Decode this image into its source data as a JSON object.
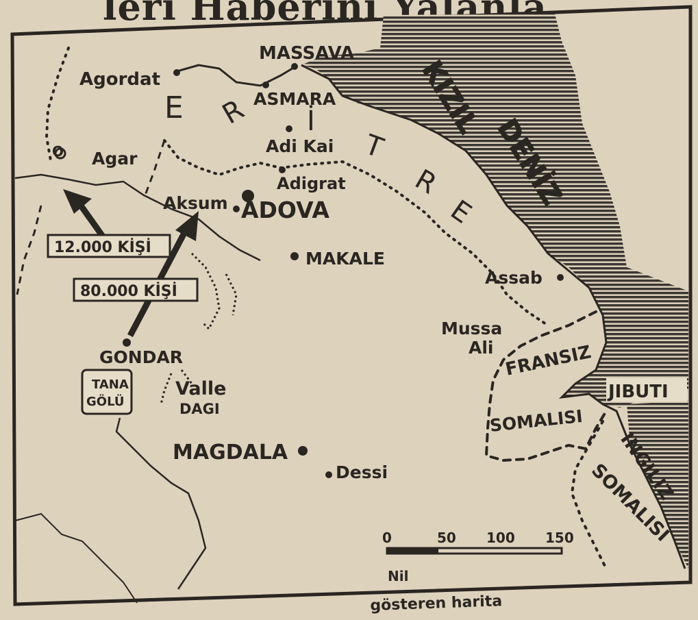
{
  "header": {
    "headline": "leri Haberini Yalanla"
  },
  "caption": "gösteren harita",
  "sea": {
    "name_line1": "KIZIL",
    "name_line2": "DENİZ"
  },
  "region": {
    "eritrea_letters": [
      "E",
      "R",
      "İ",
      "T",
      "R",
      "E"
    ]
  },
  "places": {
    "massava": "MASSAVA",
    "agordat": "Agordat",
    "asmara": "ASMARA",
    "adi_kai": "Adi Kai",
    "o": "O",
    "agar": "Agar",
    "adigrat": "Adigrat",
    "aksum": "Aksum",
    "adova": "ADOVA",
    "makale": "MAKALE",
    "assab": "Assab",
    "mussa": "Mussa",
    "ali": "Ali",
    "fransiz": "FRANSIZ",
    "jibuti": "JIBUTI",
    "somalisi_fr": "SOMALISI",
    "ingiliz": "INGILIZ",
    "somalisi_en": "SOMALISI",
    "gondar": "GONDAR",
    "tana_line1": "TANA",
    "tana_line2": "GÖLÜ",
    "valle_line1": "Valle",
    "valle_line2": "DAGI",
    "magdala": "MAGDALA",
    "dessi": "Dessi"
  },
  "troops": {
    "arrow1_label": "12.000 KİŞİ",
    "arrow2_label": "80.000 KİŞİ"
  },
  "scale": {
    "ticks": [
      "0",
      "50",
      "100",
      "150"
    ],
    "unit": "Nil"
  },
  "colors": {
    "paper": "#ddd3bd",
    "ink": "#2a2622",
    "sea_hatch": "#3a3632"
  }
}
